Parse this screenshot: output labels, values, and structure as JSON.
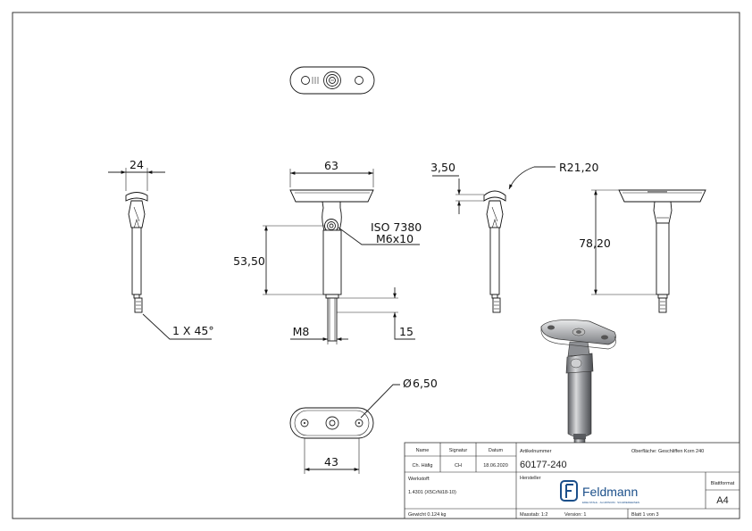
{
  "dimensions": {
    "side_width": "24",
    "chamfer": "1 X 45°",
    "front_width": "63",
    "screw_line1": "ISO 7380",
    "screw_line2": "M6x10",
    "height": "53,50",
    "thread": "M8",
    "thread_length": "15",
    "saddle_depth": "3,50",
    "radius": "R21,20",
    "total_height": "78,20",
    "hole_diameter": "6,50",
    "hole_symbol": "Ø",
    "plate_distance": "43"
  },
  "title_block": {
    "name_header": "Name",
    "signature_header": "Signatur",
    "date_header": "Datum",
    "name_value": "Ch. Häfig",
    "signature_value": "CH",
    "date_value": "18.06.2020",
    "material_label": "Werkstoff:",
    "material_value": "1.4301 (X5CrNi18-10)",
    "weight": "Gewicht 0.124 kg",
    "article_label": "Artikelnummer",
    "article_number": "60177-240",
    "surface": "Oberfläche: Geschliffen Korn 240",
    "manufacturer_label": "Hersteller",
    "brand_name": "Feldmann",
    "brand_tagline": "EDELSTAHL · ALUMINIUM · SCHMIEDEEISEN",
    "scale": "Masstab: 1:2",
    "version": "Version: 1",
    "sheet": "Blatt 1 von 3",
    "format_label": "Blattformat",
    "format_value": "A4"
  }
}
